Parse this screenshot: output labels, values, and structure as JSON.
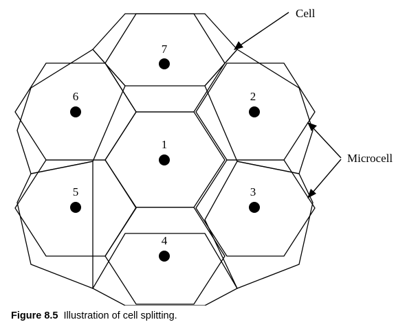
{
  "diagram": {
    "cells": [
      {
        "label": "1"
      },
      {
        "label": "2"
      },
      {
        "label": "3"
      },
      {
        "label": "4"
      },
      {
        "label": "5"
      },
      {
        "label": "6"
      },
      {
        "label": "7"
      }
    ],
    "callouts": {
      "cell": "Cell",
      "microcell": "Microcell"
    }
  },
  "caption": {
    "label": "Figure 8.5",
    "text": "Illustration of cell splitting."
  }
}
